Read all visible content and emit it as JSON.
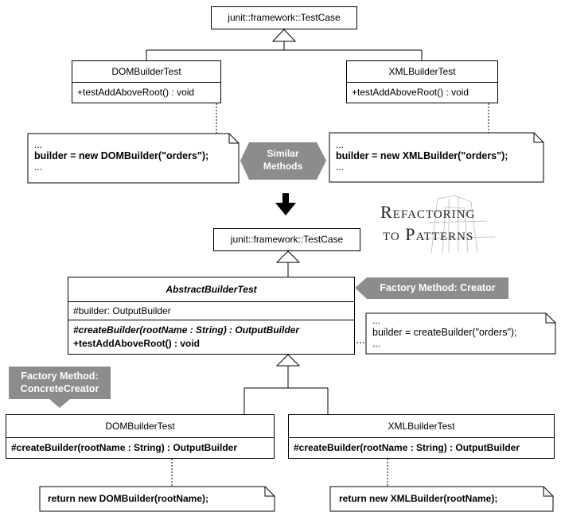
{
  "top": {
    "testcase": "junit::framework::TestCase",
    "dom": {
      "name": "DOMBuilderTest",
      "method": "+testAddAboveRoot() : void",
      "note": [
        "...",
        "builder = new DOMBuilder(\"orders\");",
        "..."
      ]
    },
    "xml": {
      "name": "XMLBuilderTest",
      "method": "+testAddAboveRoot() : void",
      "note": [
        "...",
        "builder = new XMLBuilder(\"orders\");",
        "..."
      ]
    },
    "similar": [
      "Similar",
      "Methods"
    ]
  },
  "logo": [
    "Refactoring",
    "to Patterns"
  ],
  "bottom": {
    "testcase": "junit::framework::TestCase",
    "abstract": {
      "name": "AbstractBuilderTest",
      "field": "#builder: OutputBuilder",
      "method1": "#createBuilder(rootName : String) : OutputBuilder",
      "method2": "+testAddAboveRoot() : void"
    },
    "creator_label": "Factory Method: Creator",
    "abstract_note": [
      "...",
      "builder = createBuilder(\"orders\");",
      "..."
    ],
    "concrete_label": [
      "Factory Method:",
      "ConcreteCreator"
    ],
    "dom": {
      "name": "DOMBuilderTest",
      "method": "#createBuilder(rootName : String) : OutputBuilder",
      "note": "return new DOMBuilder(rootName);"
    },
    "xml": {
      "name": "XMLBuilderTest",
      "method": "#createBuilder(rootName : String) : OutputBuilder",
      "note": "return new XMLBuilder(rootName);"
    }
  },
  "colors": {
    "label_fill": "#8c8c8c",
    "line": "#000000"
  }
}
